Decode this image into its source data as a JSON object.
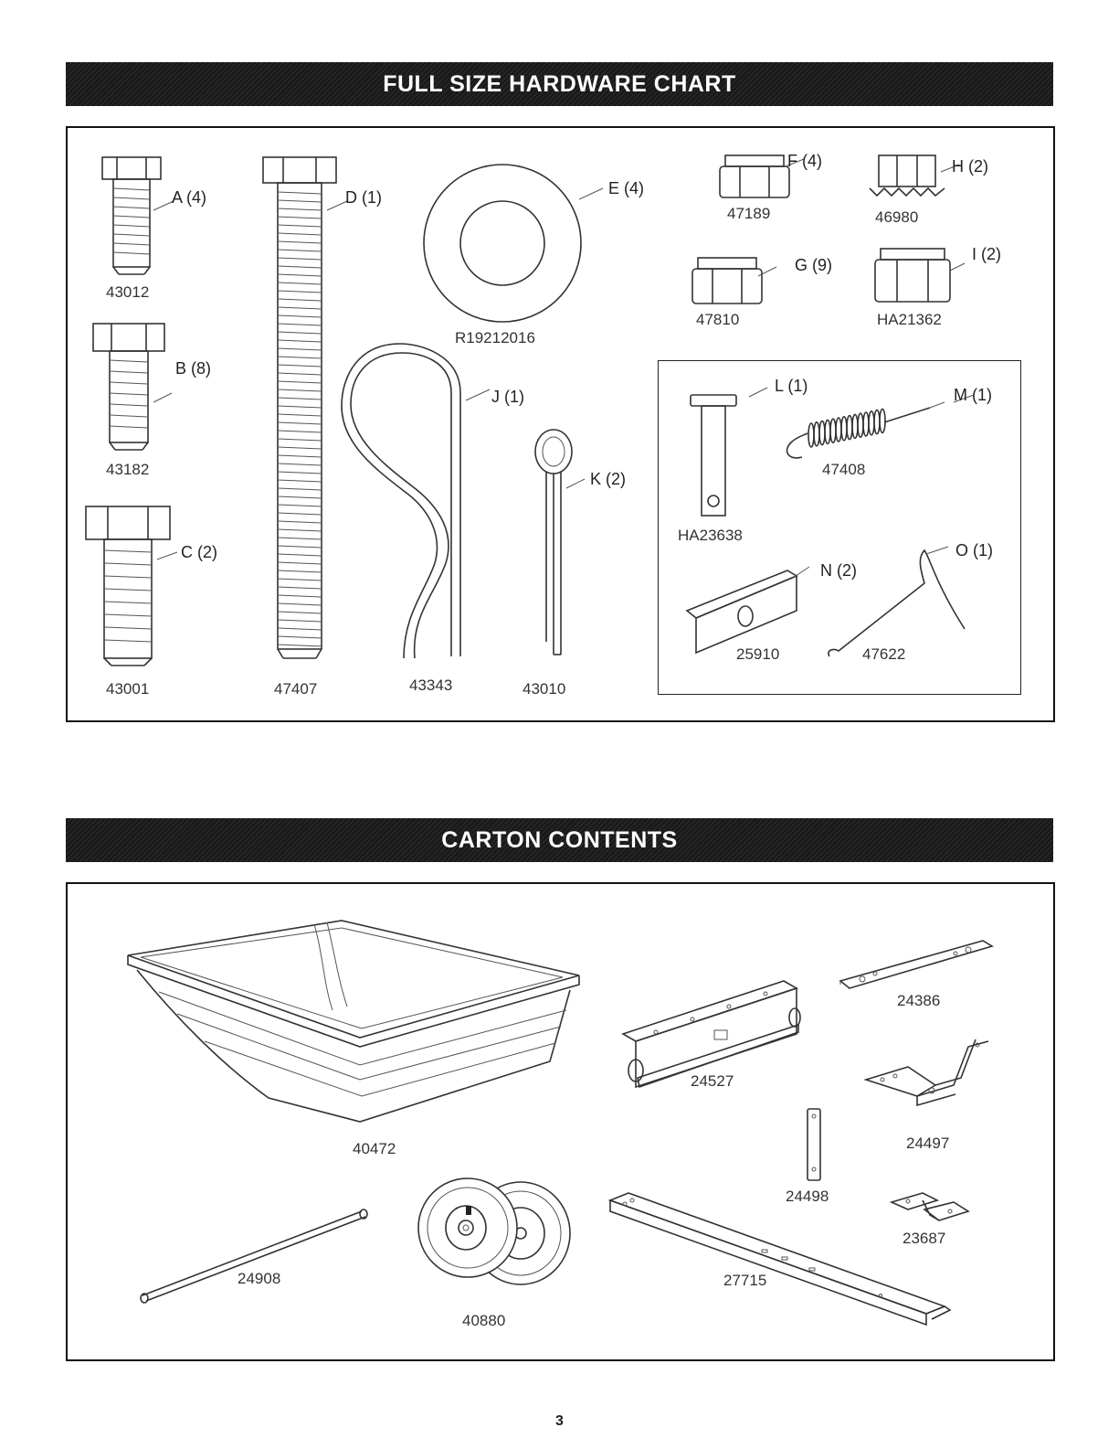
{
  "hardware": {
    "title": "FULL SIZE HARDWARE CHART",
    "items": [
      {
        "letter": "A (4)",
        "part": "43012"
      },
      {
        "letter": "B (8)",
        "part": "43182"
      },
      {
        "letter": "C (2)",
        "part": "43001"
      },
      {
        "letter": "D (1)",
        "part": "47407"
      },
      {
        "letter": "E (4)",
        "part": "R19212016"
      },
      {
        "letter": "F (4)",
        "part": "47189"
      },
      {
        "letter": "G (9)",
        "part": "47810"
      },
      {
        "letter": "H (2)",
        "part": "46980"
      },
      {
        "letter": "I (2)",
        "part": "HA21362"
      },
      {
        "letter": "J (1)",
        "part": "43343"
      },
      {
        "letter": "K (2)",
        "part": "43010"
      },
      {
        "letter": "L (1)",
        "part": "HA23638"
      },
      {
        "letter": "M (1)",
        "part": "47408"
      },
      {
        "letter": "N (2)",
        "part": "25910"
      },
      {
        "letter": "O (1)",
        "part": "47622"
      }
    ]
  },
  "carton": {
    "title": "CARTON CONTENTS",
    "parts": [
      "40472",
      "24527",
      "24386",
      "24497",
      "24498",
      "23687",
      "24908",
      "40880",
      "27715"
    ]
  },
  "page_number": "3"
}
